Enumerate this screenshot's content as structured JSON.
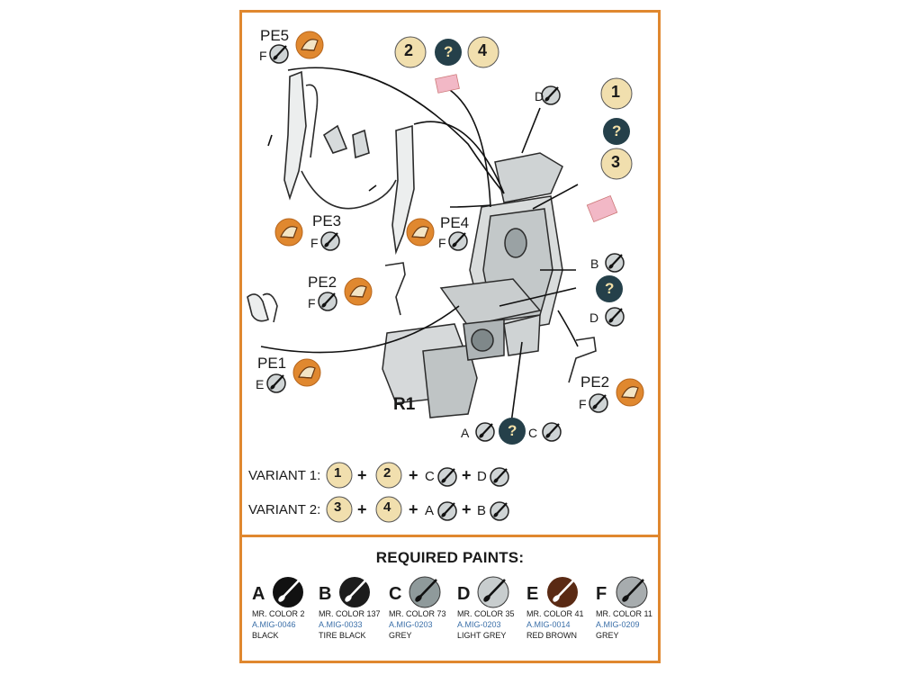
{
  "diagram": {
    "part_labels": {
      "pe5": "PE5",
      "pe4": "PE4",
      "pe3": "PE3",
      "pe2_left": "PE2",
      "pe2_right": "PE2",
      "pe1": "PE1",
      "r1": "R1"
    },
    "paint_refs": {
      "pe5": "F",
      "pe4": "F",
      "pe3": "F",
      "pe2_left": "F",
      "pe2_right": "F",
      "pe1": "E",
      "top": "D",
      "mid_b": "B",
      "mid_d": "D",
      "bottom_a": "A",
      "bottom_c": "C"
    },
    "stencils_top": [
      "2",
      "?",
      "4"
    ],
    "stencils_right": [
      "1",
      "?",
      "3"
    ],
    "mid_q": "?",
    "bottom_q": "?"
  },
  "variants": [
    {
      "label": "VARIANT 1:",
      "stencils": [
        "1",
        "2"
      ],
      "paints": [
        "C",
        "D"
      ]
    },
    {
      "label": "VARIANT 2:",
      "stencils": [
        "3",
        "4"
      ],
      "paints": [
        "A",
        "B"
      ]
    }
  ],
  "required_paints": {
    "title": "REQUIRED PAINTS:",
    "items": [
      {
        "letter": "A",
        "mr": "MR. COLOR 2",
        "mig": "A.MIG-0046",
        "name": "BLACK",
        "color": "#111111"
      },
      {
        "letter": "B",
        "mr": "MR. COLOR 137",
        "mig": "A.MIG-0033",
        "name": "TIRE BLACK",
        "color": "#1c1c1c"
      },
      {
        "letter": "C",
        "mr": "MR. COLOR 73",
        "mig": "A.MIG-0203",
        "name": "GREY",
        "color": "#8f9a9b"
      },
      {
        "letter": "D",
        "mr": "MR. COLOR 35",
        "mig": "A.MIG-0203",
        "name": "LIGHT GREY",
        "color": "#c8cdce"
      },
      {
        "letter": "E",
        "mr": "MR. COLOR 41",
        "mig": "A.MIG-0014",
        "name": "RED BROWN",
        "color": "#5a2a14"
      },
      {
        "letter": "F",
        "mr": "MR. COLOR 11",
        "mig": "A.MIG-0209",
        "name": "GREY",
        "color": "#a7acae"
      }
    ]
  },
  "colors": {
    "frame": "#e0882f",
    "decal": "#f1dfae",
    "dark_q": "#25404a",
    "pe_orange": "#e0882f",
    "mig_blue": "#3b6fa8"
  }
}
